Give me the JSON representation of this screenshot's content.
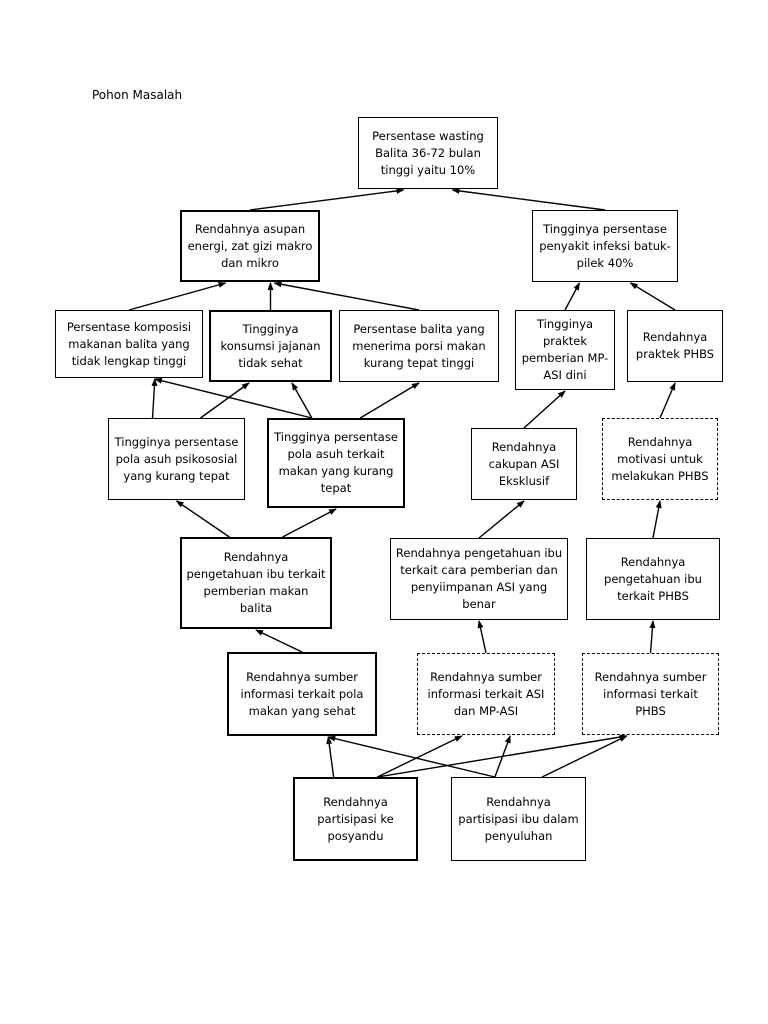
{
  "title": "Pohon Masalah",
  "nodes": {
    "n1": {
      "text": "Persentase wasting Balita 36-72 bulan tinggi yaitu 10%",
      "border": "solid"
    },
    "n2": {
      "text": "Rendahnya asupan energi, zat gizi makro dan mikro",
      "border": "thick"
    },
    "n3": {
      "text": "Tingginya persentase penyakit infeksi batuk-pilek 40%",
      "border": "solid"
    },
    "n4": {
      "text": "Persentase komposisi makanan balita yang tidak lengkap tinggi",
      "border": "solid"
    },
    "n5": {
      "text": "Tingginya konsumsi jajanan tidak sehat",
      "border": "thick"
    },
    "n6": {
      "text": "Persentase balita yang menerima porsi makan kurang tepat tinggi",
      "border": "solid"
    },
    "n7": {
      "text": "Tingginya praktek pemberian MP-ASI dini",
      "border": "solid"
    },
    "n8": {
      "text": "Rendahnya praktek PHBS",
      "border": "solid"
    },
    "n9": {
      "text": "Tingginya persentase pola asuh psikososial yang kurang tepat",
      "border": "solid"
    },
    "n10": {
      "text": "Tingginya persentase pola asuh terkait makan yang kurang tepat",
      "border": "thick"
    },
    "n11": {
      "text": "Rendahnya cakupan ASI Eksklusif",
      "border": "solid"
    },
    "n12": {
      "text": "Rendahnya motivasi untuk melakukan PHBS",
      "border": "dashed"
    },
    "n13": {
      "text": "Rendahnya pengetahuan ibu terkait pemberian makan balita",
      "border": "thick"
    },
    "n14": {
      "text": "Rendahnya pengetahuan ibu terkait cara pemberian dan penyiimpanan ASI yang benar",
      "border": "solid"
    },
    "n15": {
      "text": "Rendahnya pengetahuan ibu terkait PHBS",
      "border": "solid"
    },
    "n16": {
      "text": "Rendahnya sumber informasi terkait pola makan yang sehat",
      "border": "thick"
    },
    "n17": {
      "text": "Rendahnya sumber informasi terkait ASI dan MP-ASI",
      "border": "dashed"
    },
    "n18": {
      "text": "Rendahnya sumber informasi terkait PHBS",
      "border": "dashed"
    },
    "n19": {
      "text": "Rendahnya partisipasi ke posyandu",
      "border": "thick"
    },
    "n20": {
      "text": "Rendahnya partisipasi ibu dalam penyuluhan",
      "border": "solid"
    }
  },
  "edges": [
    [
      "n2",
      "n1"
    ],
    [
      "n3",
      "n1"
    ],
    [
      "n4",
      "n2"
    ],
    [
      "n5",
      "n2"
    ],
    [
      "n6",
      "n2"
    ],
    [
      "n7",
      "n3"
    ],
    [
      "n8",
      "n3"
    ],
    [
      "n9",
      "n4"
    ],
    [
      "n10",
      "n4"
    ],
    [
      "n9",
      "n5"
    ],
    [
      "n10",
      "n5"
    ],
    [
      "n10",
      "n6"
    ],
    [
      "n11",
      "n7"
    ],
    [
      "n12",
      "n8"
    ],
    [
      "n13",
      "n9"
    ],
    [
      "n13",
      "n10"
    ],
    [
      "n14",
      "n11"
    ],
    [
      "n15",
      "n12"
    ],
    [
      "n16",
      "n13"
    ],
    [
      "n17",
      "n14"
    ],
    [
      "n18",
      "n15"
    ],
    [
      "n19",
      "n16"
    ],
    [
      "n19",
      "n17"
    ],
    [
      "n19",
      "n18"
    ],
    [
      "n20",
      "n16"
    ],
    [
      "n20",
      "n17"
    ],
    [
      "n20",
      "n18"
    ]
  ]
}
